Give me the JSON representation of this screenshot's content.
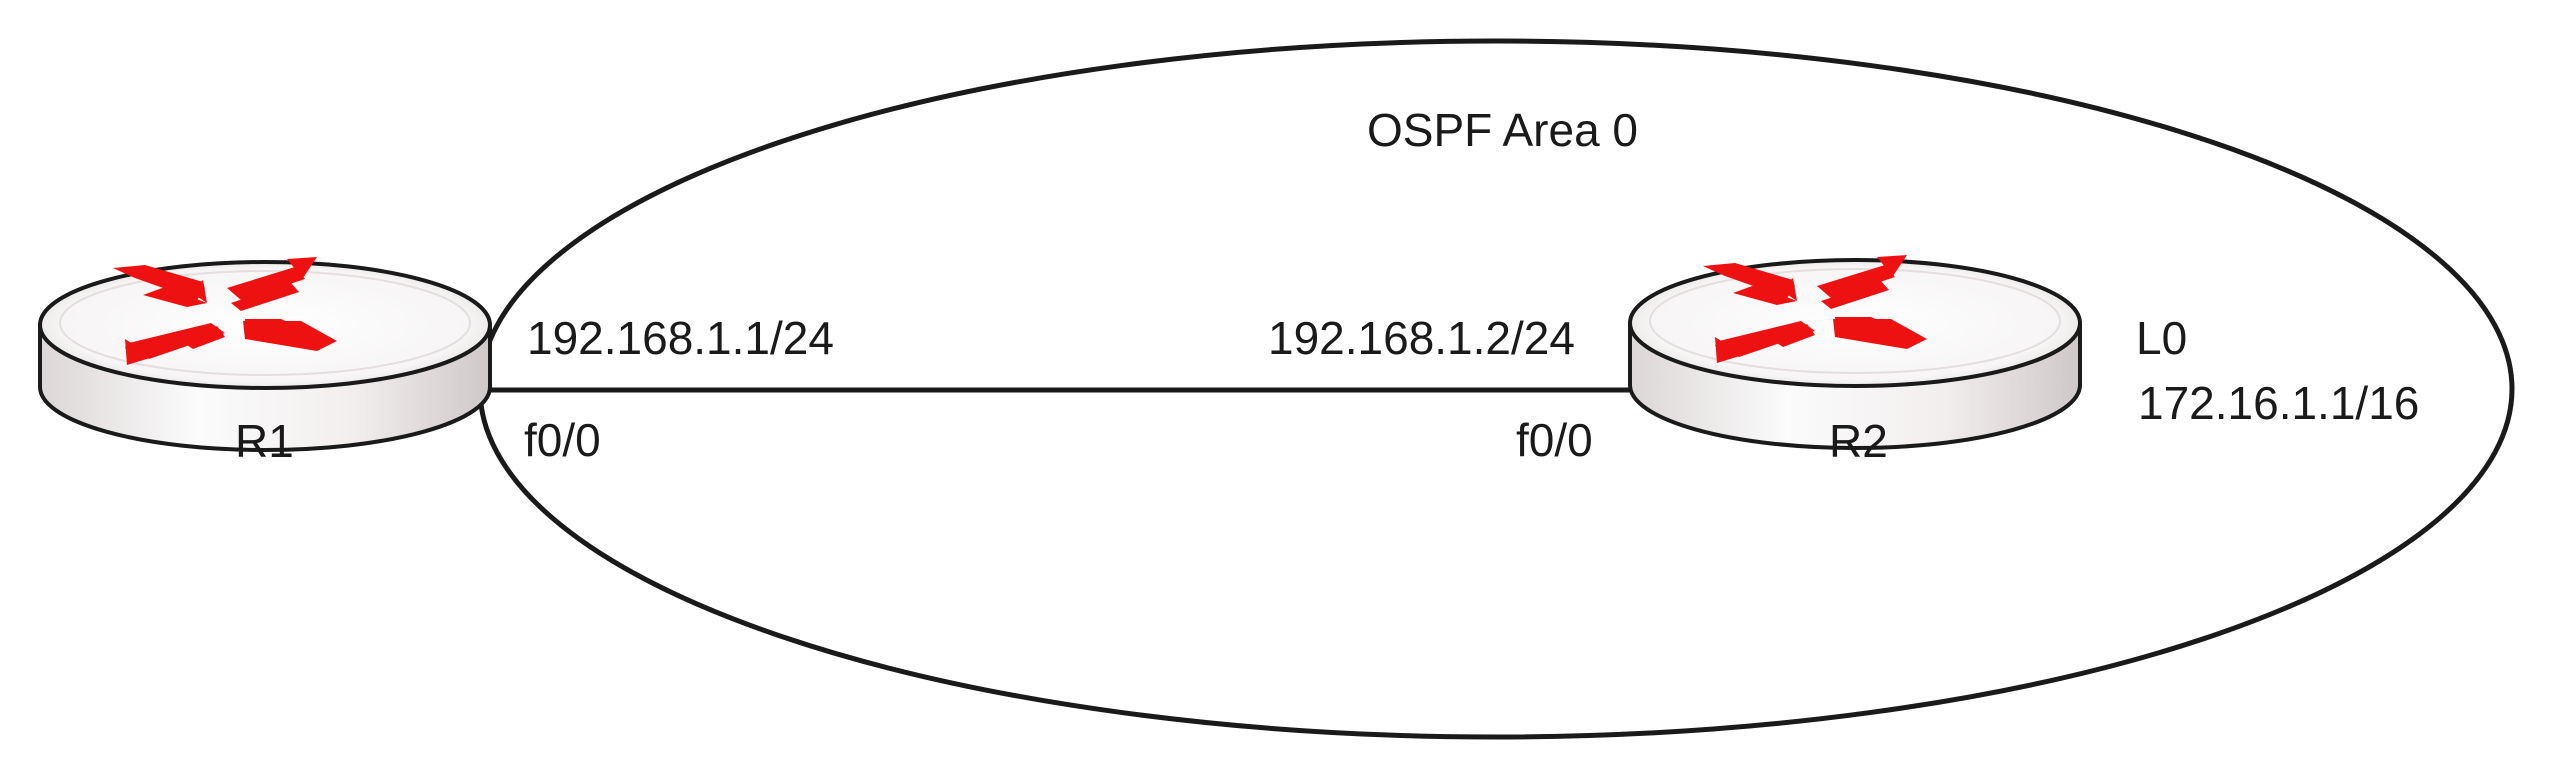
{
  "area": {
    "label": "OSPF Area 0"
  },
  "routers": [
    {
      "name": "R1",
      "interface": "f0/0",
      "ip": "192.168.1.1/24"
    },
    {
      "name": "R2",
      "interface": "f0/0",
      "ip": "192.168.1.2/24",
      "loopback_name": "L0",
      "loopback_ip": "172.16.1.1/16"
    }
  ],
  "colors": {
    "line": "#1a1a1a",
    "arrow": "#ee1111",
    "router_top": "#ffffff",
    "router_side": "#f0ecec"
  },
  "icons": [
    "router-icon",
    "router-icon"
  ]
}
